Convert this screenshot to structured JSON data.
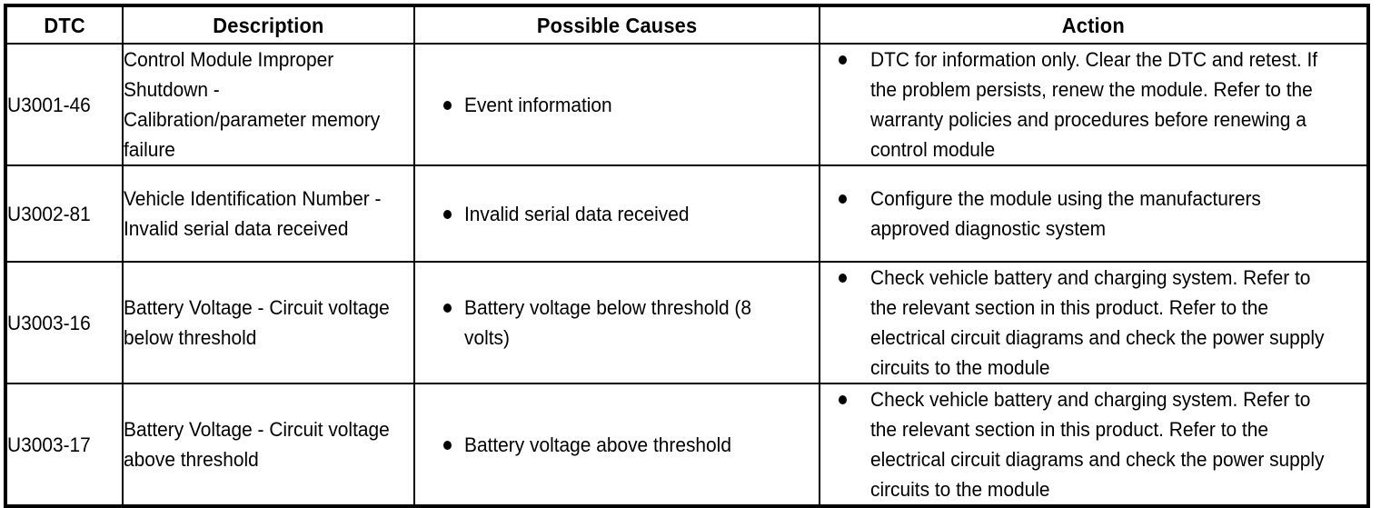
{
  "table": {
    "columns": [
      {
        "key": "dtc",
        "label": "DTC"
      },
      {
        "key": "description",
        "label": "Description"
      },
      {
        "key": "possible_causes",
        "label": "Possible Causes"
      },
      {
        "key": "action",
        "label": "Action"
      }
    ],
    "rows": [
      {
        "dtc": "U3001-46",
        "description": "Control Module Improper Shutdown - Calibration/parameter memory failure",
        "possible_causes": [
          "Event information"
        ],
        "action": [
          "DTC for information only. Clear the DTC and retest. If the problem persists, renew the module. Refer to the warranty policies and procedures before renewing a control module"
        ]
      },
      {
        "dtc": "U3002-81",
        "description": "Vehicle Identification Number - Invalid serial data received",
        "possible_causes": [
          "Invalid serial data received"
        ],
        "action": [
          "Configure the module using the manufacturers approved diagnostic system"
        ]
      },
      {
        "dtc": "U3003-16",
        "description": "Battery Voltage - Circuit voltage below threshold",
        "possible_causes": [
          "Battery voltage below threshold (8 volts)"
        ],
        "action": [
          "Check vehicle battery and charging system. Refer to the relevant section in this product. Refer to the electrical circuit diagrams and check the power supply circuits to the module"
        ]
      },
      {
        "dtc": "U3003-17",
        "description": "Battery Voltage - Circuit voltage above threshold",
        "possible_causes": [
          "Battery voltage above threshold"
        ],
        "action": [
          "Check vehicle battery and charging system. Refer to the relevant section in this product. Refer to the electrical circuit diagrams and check the power supply circuits to the module"
        ]
      }
    ]
  },
  "style": {
    "text_color": "#000000",
    "background_color": "#ffffff",
    "border_color": "#000000",
    "bullet_glyph": "bullet-dot"
  }
}
